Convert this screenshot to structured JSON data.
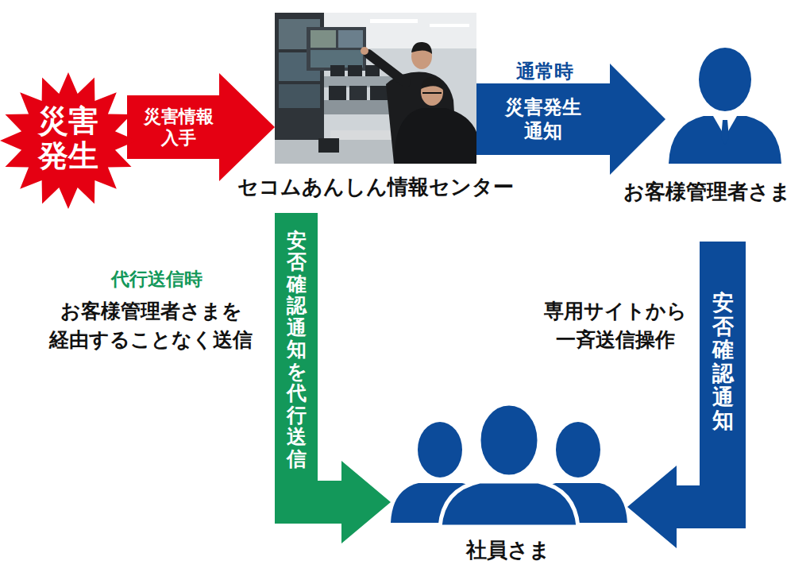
{
  "diagram": {
    "nodes": [
      {
        "text": [
          "災害 発生"
        ]
      },
      {
        "text": [
          "セコムあんしん情報センター"
        ]
      },
      {
        "text": [
          "お客様管理者さま"
        ]
      },
      {
        "text": [
          "社員さま"
        ]
      }
    ],
    "edges": [
      {
        "from": 0,
        "to": 1,
        "arrow": "to",
        "label": "災害情報 入手"
      },
      {
        "from": 1,
        "to": 2,
        "arrow": "to",
        "label": "災害発生 通知"
      },
      {
        "from": 1,
        "to": 3,
        "arrow": "to",
        "label": "安否確認通知を代行送信"
      },
      {
        "from": 2,
        "to": 3,
        "arrow": "to",
        "label": "安否確認通知"
      }
    ],
    "labels": [
      "通常時",
      "代行送信時",
      "お客様管理者さまを 経由することなく送信",
      "専用サイトから 一斉送信操作"
    ]
  }
}
